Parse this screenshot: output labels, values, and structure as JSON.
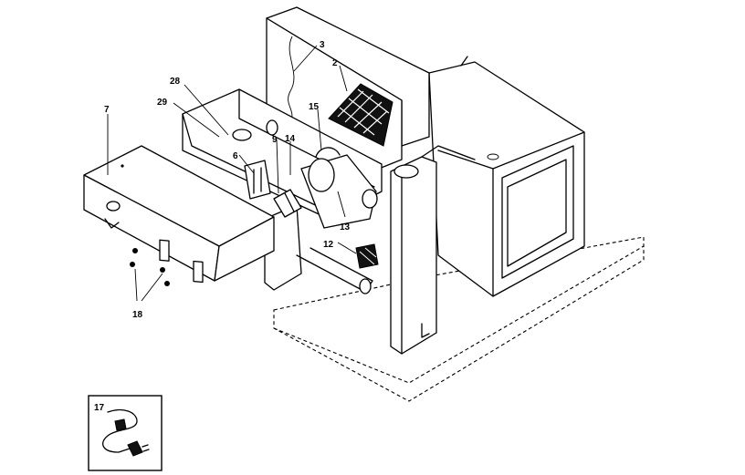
{
  "callouts": {
    "c2": "2",
    "c3": "3",
    "c6": "6",
    "c7": "7",
    "c9": "9",
    "c12": "12",
    "c13": "13",
    "c14": "14",
    "c15": "15",
    "c17": "17",
    "c18": "18",
    "c28": "28",
    "c29": "29"
  },
  "colors": {
    "line": "#000000",
    "background": "#ffffff"
  }
}
